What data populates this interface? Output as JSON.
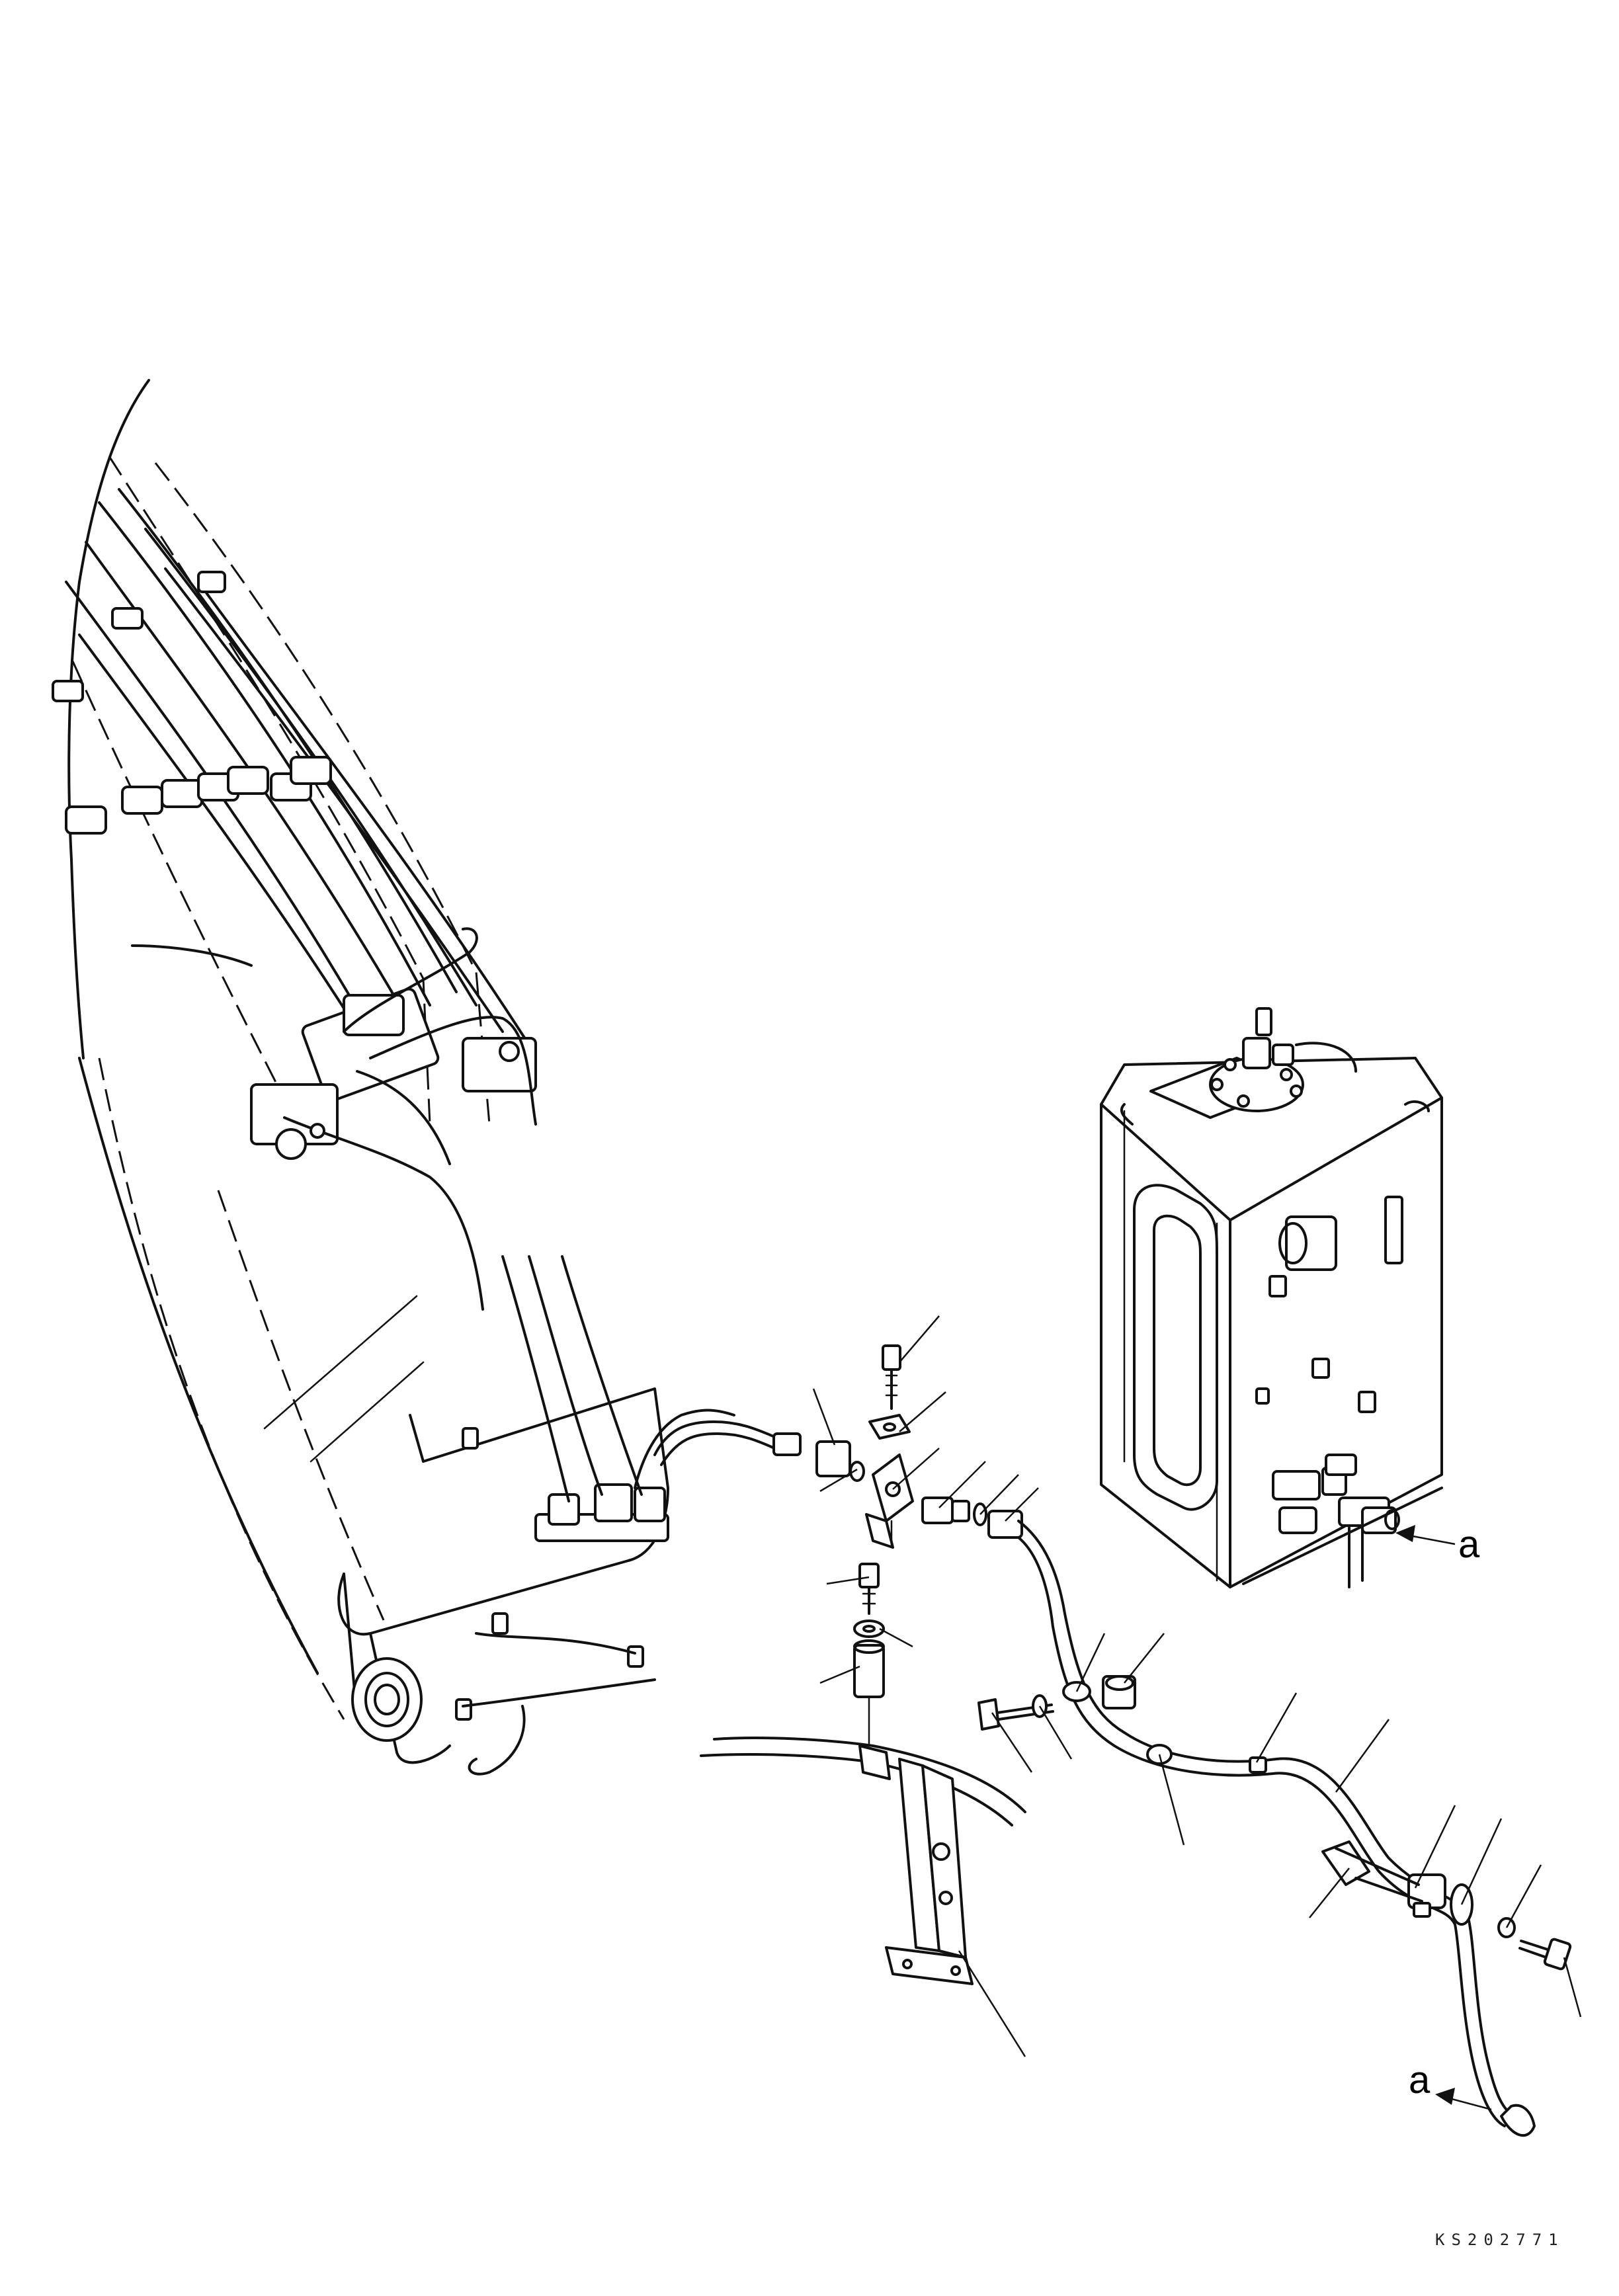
{
  "callouts": {
    "tank_port_ref": "a",
    "hose_end_ref": "a"
  },
  "drawing_code": "KS202771"
}
